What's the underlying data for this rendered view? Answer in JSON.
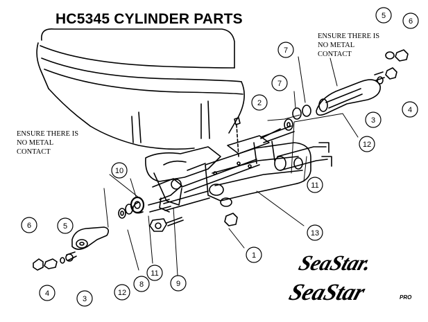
{
  "title": "HC5345 CYLINDER PARTS",
  "notes": {
    "right": "ENSURE THERE IS\nNO METAL\nCONTACT",
    "left": "ENSURE THERE IS\nNO METAL\nCONTACT"
  },
  "callouts": [
    "5",
    "6",
    "7",
    "7",
    "2",
    "4",
    "3",
    "12",
    "11",
    "13",
    "1",
    "10",
    "6",
    "5",
    "4",
    "3",
    "12",
    "8",
    "11",
    "9"
  ],
  "brand": {
    "logo_primary": "SeaStar.",
    "logo_secondary": "SeaStar",
    "logo_secondary_suffix": "PRO"
  }
}
